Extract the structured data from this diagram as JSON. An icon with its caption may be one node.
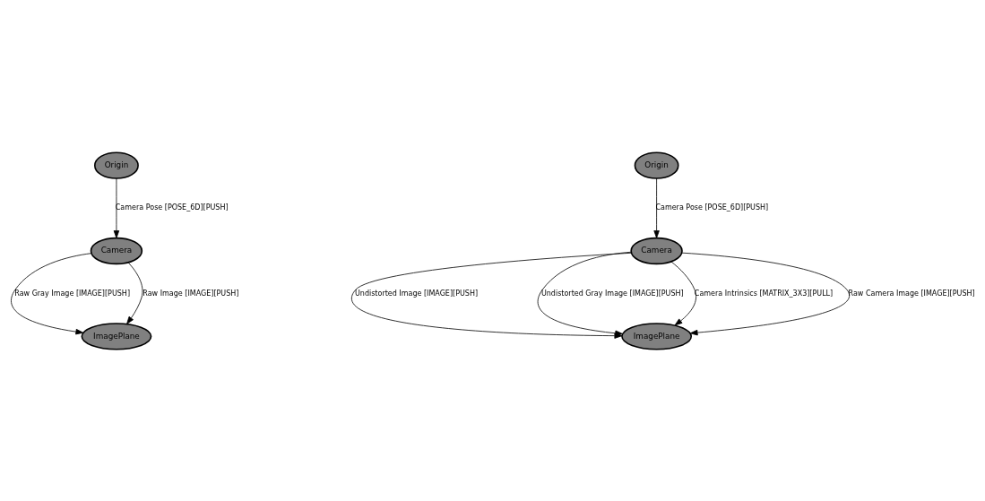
{
  "diagram": {
    "nodes": [
      {
        "text": [
          "Origin"
        ]
      },
      {
        "text": [
          "Camera"
        ]
      },
      {
        "text": [
          "ImagePlane"
        ]
      },
      {
        "text": [
          "Origin"
        ]
      },
      {
        "text": [
          "Camera"
        ]
      },
      {
        "text": [
          "ImagePlane"
        ]
      }
    ],
    "edges": [
      {
        "from": 0,
        "to": 1,
        "arrow": "to",
        "label": "Camera Pose [POSE_6D][PUSH]"
      },
      {
        "from": 1,
        "to": 2,
        "arrow": "to",
        "label": "Raw Gray Image [IMAGE][PUSH]"
      },
      {
        "from": 1,
        "to": 2,
        "arrow": "to",
        "label": "Raw Image [IMAGE][PUSH]"
      },
      {
        "from": 3,
        "to": 4,
        "arrow": "to",
        "label": "Camera Pose [POSE_6D][PUSH]"
      },
      {
        "from": 4,
        "to": 5,
        "arrow": "to",
        "label": "Undistorted Image [IMAGE][PUSH]"
      },
      {
        "from": 4,
        "to": 5,
        "arrow": "to",
        "label": "Undistorted Gray Image [IMAGE][PUSH]"
      },
      {
        "from": 4,
        "to": 5,
        "arrow": "to",
        "label": "Camera Intrinsics [MATRIX_3X3][PULL]"
      },
      {
        "from": 4,
        "to": 5,
        "arrow": "to",
        "label": "Raw Camera Image [IMAGE][PUSH]"
      }
    ]
  }
}
